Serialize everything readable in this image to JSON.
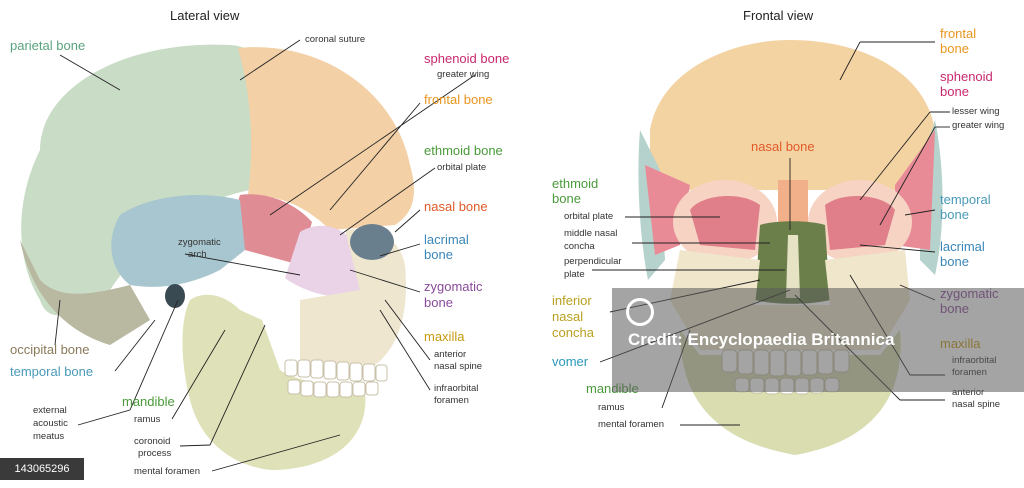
{
  "lateral": {
    "title": "Lateral view",
    "labels": {
      "parietal": "parietal bone",
      "coronal_suture": "coronal suture",
      "sphenoid": "sphenoid bone",
      "greater_wing": "greater wing",
      "frontal": "frontal bone",
      "ethmoid": "ethmoid bone",
      "orbital_plate": "orbital plate",
      "nasal": "nasal bone",
      "lacrimal_1": "lacrimal",
      "lacrimal_2": "bone",
      "zygomatic_1": "zygomatic",
      "zygomatic_2": "bone",
      "maxilla": "maxilla",
      "anterior_nasal_spine_1": "anterior",
      "anterior_nasal_spine_2": "nasal spine",
      "infraorbital_foramen_1": "infraorbital",
      "infraorbital_foramen_2": "foramen",
      "zygomatic_arch_1": "zygomatic",
      "zygomatic_arch_2": "arch",
      "occipital": "occipital bone",
      "temporal": "temporal bone",
      "mandible": "mandible",
      "ramus": "ramus",
      "coronoid_1": "coronoid",
      "coronoid_2": "process",
      "mental_foramen": "mental foramen",
      "external_1": "external",
      "external_2": "acoustic",
      "external_3": "meatus"
    }
  },
  "frontal_view": {
    "title": "Frontal view",
    "labels": {
      "frontal_1": "frontal",
      "frontal_2": "bone",
      "sphenoid_1": "sphenoid",
      "sphenoid_2": "bone",
      "lesser_wing": "lesser wing",
      "greater_wing": "greater wing",
      "nasal": "nasal bone",
      "ethmoid_1": "ethmoid",
      "ethmoid_2": "bone",
      "orbital_plate": "orbital plate",
      "middle_nasal_1": "middle nasal",
      "middle_nasal_2": "concha",
      "perpendicular_1": "perpendicular",
      "perpendicular_2": "plate",
      "temporal_1": "temporal",
      "temporal_2": "bone",
      "lacrimal_1": "lacrimal",
      "lacrimal_2": "bone",
      "inferior_1": "inferior",
      "inferior_2": "nasal",
      "inferior_3": "concha",
      "zygomatic_1": "zygomatic",
      "zygomatic_2": "bone",
      "vomer": "vomer",
      "maxilla": "maxilla",
      "infraorbital_1": "infraorbital",
      "infraorbital_2": "foramen",
      "mandible": "mandible",
      "ramus": "ramus",
      "mental_foramen": "mental foramen",
      "anterior_1": "anterior",
      "anterior_2": "nasal spine"
    }
  },
  "watermark": "Credit: Encyclopaedia Britannica",
  "stock_id": "143065296",
  "colors": {
    "parietal": "#5aa37e",
    "sphenoid": "#c8286e",
    "frontal": "#e8961e",
    "ethmoid": "#4a9a3a",
    "nasal": "#e05a2a",
    "lacrimal": "#3a86b8",
    "zygomatic": "#8a4a9a",
    "maxilla": "#c89a10",
    "occipital": "#8a7a5a",
    "temporal": "#4a9ab8",
    "mandible": "#4a9a3a",
    "vomer": "#2a9ab8",
    "inferior": "#b8a020"
  }
}
